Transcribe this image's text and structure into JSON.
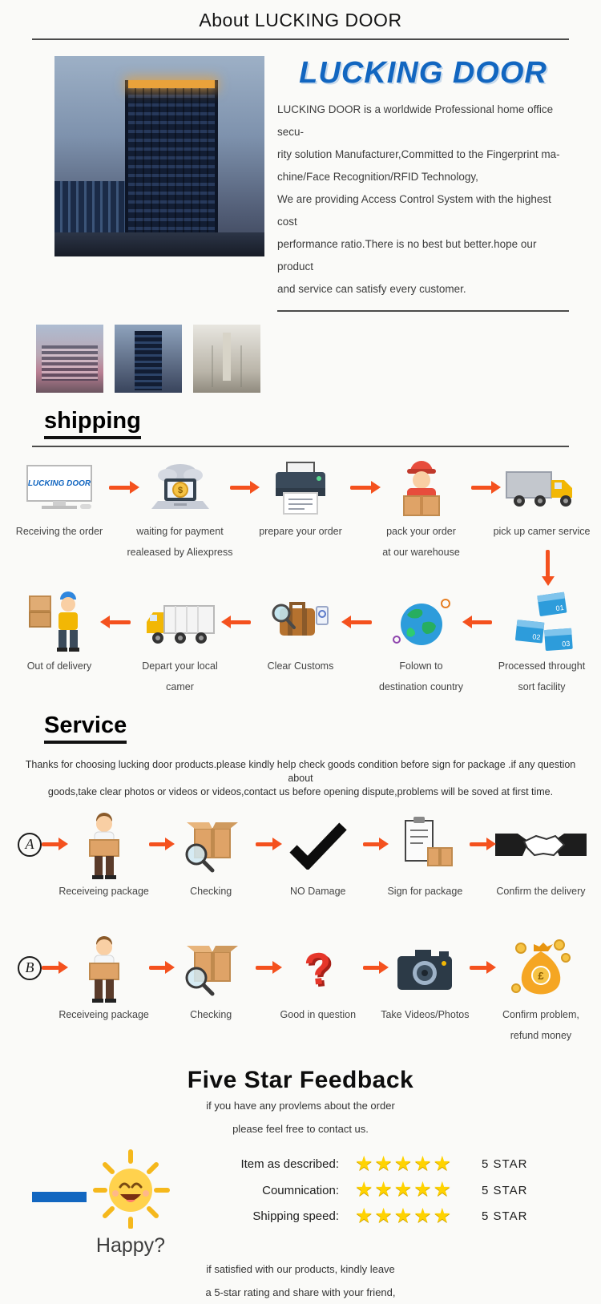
{
  "page": {
    "title": "About LUCKING DOOR"
  },
  "about": {
    "logo": "LUCKING DOOR",
    "paragraph": [
      "LUCKING DOOR is a worldwide Professional home office secu-",
      "rity solution Manufacturer,Committed to the Fingerprint ma-",
      "chine/Face Recognition/RFID Technology,",
      "We are providing Access Control System with the highest cost",
      "performance ratio.There is no best but better.hope our product",
      "and service can satisfy every customer."
    ]
  },
  "icons": {
    "monitor_logo": "LUCKING DOOR",
    "coin_symbol": "$",
    "pound_symbol": "£",
    "question_glyph": "?",
    "sort_labels": [
      "01",
      "02",
      "03"
    ]
  },
  "shipping": {
    "heading": "shipping",
    "row1": [
      {
        "label1": "Receiving the order",
        "label2": ""
      },
      {
        "label1": "waiting for payment",
        "label2": "realeased by Aliexpress"
      },
      {
        "label1": "prepare your order",
        "label2": ""
      },
      {
        "label1": "pack your order",
        "label2": "at our warehouse"
      },
      {
        "label1": "pick up camer service",
        "label2": ""
      }
    ],
    "row2": [
      {
        "label1": "Out of delivery",
        "label2": ""
      },
      {
        "label1": "Depart your local",
        "label2": "camer"
      },
      {
        "label1": "Clear Customs",
        "label2": ""
      },
      {
        "label1": "Folown to",
        "label2": "destination country"
      },
      {
        "label1": "Processed throught",
        "label2": "sort facility"
      }
    ]
  },
  "service": {
    "heading": "Service",
    "note1": "Thanks for choosing lucking door products.please kindly help check goods condition before sign for package .if any question about",
    "note2": "goods,take clear photos or videos or videos,contact us before opening dispute,problems will be soved at first time.",
    "rowA": {
      "badge": "A",
      "steps": [
        {
          "label1": "Receiveing package",
          "label2": ""
        },
        {
          "label1": "Checking",
          "label2": ""
        },
        {
          "label1": "NO Damage",
          "label2": ""
        },
        {
          "label1": "Sign for package",
          "label2": ""
        },
        {
          "label1": "Confirm the delivery",
          "label2": ""
        }
      ]
    },
    "rowB": {
      "badge": "B",
      "steps": [
        {
          "label1": "Receiveing package",
          "label2": ""
        },
        {
          "label1": "Checking",
          "label2": ""
        },
        {
          "label1": "Good in question",
          "label2": ""
        },
        {
          "label1": "Take Videos/Photos",
          "label2": ""
        },
        {
          "label1": "Confirm problem,",
          "label2": "refund money"
        }
      ]
    }
  },
  "feedback": {
    "heading": "Five Star Feedback",
    "intro1": "if you have any provlems about the order",
    "intro2": "please feel free to contact us.",
    "happy_label": "Happy?",
    "ratings": [
      {
        "label": "Item as described:",
        "stars": "★★★★★",
        "value": "5 STAR"
      },
      {
        "label": "Coumnication:",
        "stars": "★★★★★",
        "value": "5 STAR"
      },
      {
        "label": "Shipping speed:",
        "stars": "★★★★★",
        "value": "5 STAR"
      }
    ],
    "outro1": "if satisfied with our products, kindly leave",
    "outro2": "a 5-star rating and share with your friend,"
  },
  "colors": {
    "arrow_orange": "#f4511e",
    "logo_blue": "#1266c0",
    "star_yellow": "#ffd300"
  }
}
